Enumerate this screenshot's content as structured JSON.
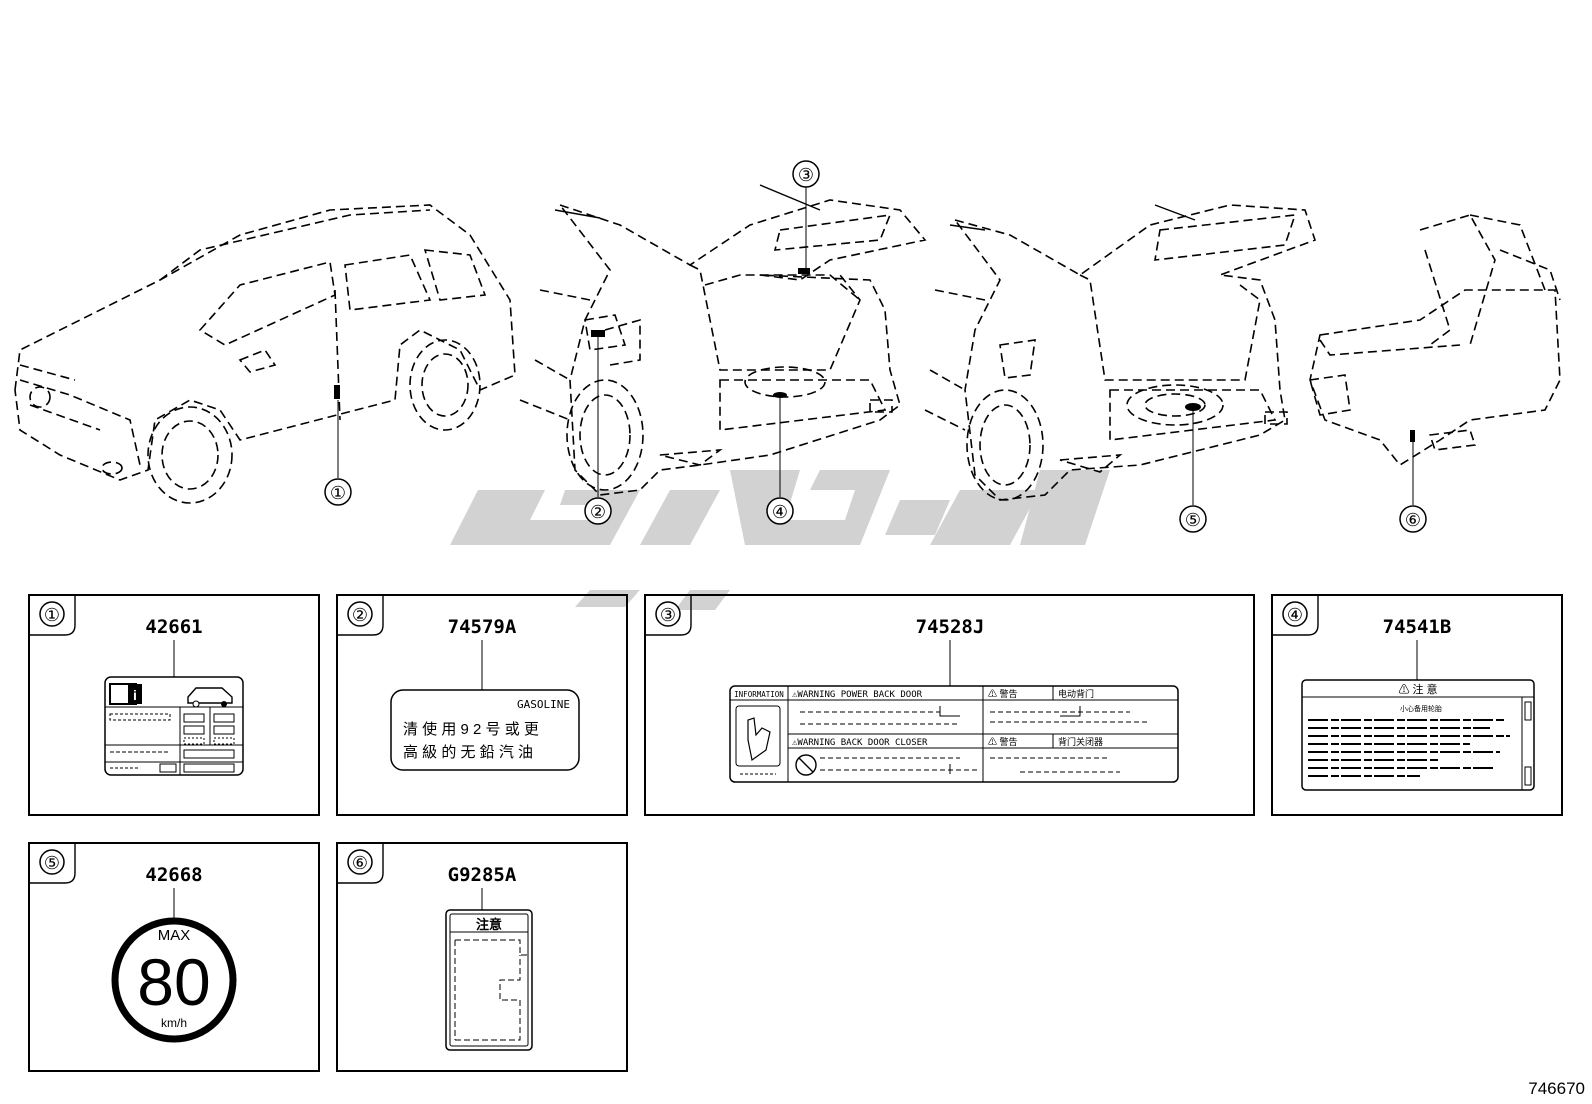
{
  "diagram_id": "746670",
  "callouts": [
    "①",
    "②",
    "③",
    "④",
    "⑤",
    "⑥"
  ],
  "panels": [
    {
      "number": "①",
      "part_no": "42661"
    },
    {
      "number": "②",
      "part_no": "74579A",
      "label_heading": "GASOLINE",
      "label_line1": "清 使 用 9 2 号 或 更",
      "label_line2": "高 級 的 无 鉛 汽 油"
    },
    {
      "number": "③",
      "part_no": "74528J",
      "row1_col1": "INFORMATION",
      "row1_col2": "⚠WARNING POWER BACK DOOR",
      "row1_col3": "⚠ 警告",
      "row1_col4": "电动背门",
      "row2_col2": "⚠WARNING BACK DOOR CLOSER",
      "row2_col3": "⚠ 警告",
      "row2_col4": "背门关闭器"
    },
    {
      "number": "④",
      "part_no": "74541B",
      "label_heading": "⚠   注   意",
      "label_sub": "小心备用轮胎"
    },
    {
      "number": "⑤",
      "part_no": "42668",
      "max_text": "MAX",
      "speed": "80",
      "unit": "km/h"
    },
    {
      "number": "⑥",
      "part_no": "G9285A",
      "label_heading": "注意"
    }
  ]
}
